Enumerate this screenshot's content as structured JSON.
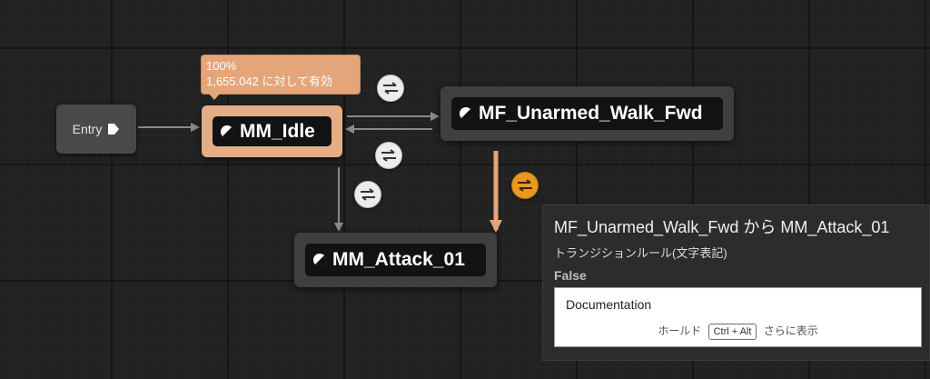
{
  "entry": {
    "label": "Entry",
    "icon": "entry-arrow-icon"
  },
  "states": {
    "idle": {
      "label": "MM_Idle",
      "active": true
    },
    "walk": {
      "label": "MF_Unarmed_Walk_Fwd",
      "active": false
    },
    "attack": {
      "label": "MM_Attack_01",
      "active": false
    }
  },
  "bubble": {
    "percent": "100%",
    "detail": "1,655.042 に対して有効"
  },
  "tooltip": {
    "title": "MF_Unarmed_Walk_Fwd から MM_Attack_01",
    "subtitle": "トランジションルール(文字表記)",
    "value": "False",
    "doc_title": "Documentation",
    "hint_prefix": "ホールド",
    "hint_key": "Ctrl + Alt",
    "hint_suffix": "さらに表示"
  },
  "colors": {
    "active_state": "#e3ad86",
    "active_transition": "#e79a1e",
    "highlight_wire": "#e5a57a",
    "wire": "#8a8a8a",
    "background": "#222222"
  },
  "icons": {
    "state": "state-half-circle-icon",
    "transition": "transition-arrows-icon"
  }
}
